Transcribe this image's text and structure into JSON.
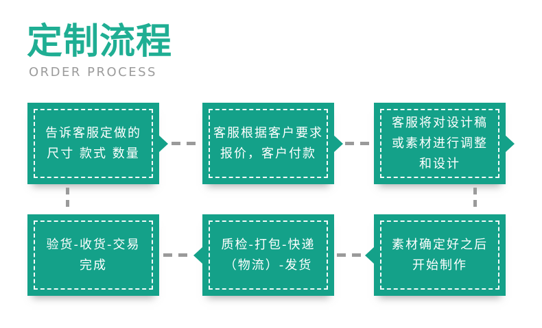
{
  "header": {
    "title": "定制流程",
    "subtitle": "ORDER PROCESS"
  },
  "colors": {
    "accent_green": "#1fae93",
    "box_green": "#14a189",
    "subtitle_gray": "#9b9b9b",
    "connector_gray": "#9a9a9a",
    "box_text": "#ffffff"
  },
  "flow": {
    "steps": [
      {
        "position": "row1-col1",
        "arrow": "right",
        "lines": [
          "告诉客服定做的",
          "尺寸 款式 数量"
        ]
      },
      {
        "position": "row1-col2",
        "arrow": "right",
        "lines": [
          "客服根据客户要求",
          "报价，客户付款"
        ]
      },
      {
        "position": "row1-col3",
        "arrow": "right",
        "lines": [
          "客服将对设计稿",
          "或素材进行调整",
          "和设计"
        ]
      },
      {
        "position": "row2-col1",
        "arrow": "none",
        "lines": [
          "验货-收货-交易",
          "完成"
        ]
      },
      {
        "position": "row2-col2",
        "arrow": "left",
        "lines": [
          "质检-打包-快递",
          "（物流）-发货"
        ]
      },
      {
        "position": "row2-col3",
        "arrow": "left",
        "lines": [
          "素材确定好之后",
          "开始制作"
        ]
      }
    ]
  }
}
